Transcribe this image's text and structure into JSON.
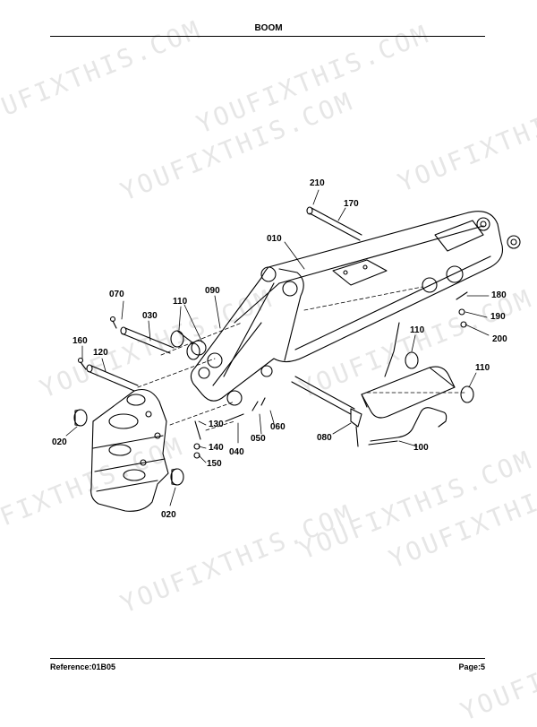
{
  "header": {
    "title": "BOOM"
  },
  "footer": {
    "reference": "Reference:01B05",
    "page": "Page:5"
  },
  "watermarks": [
    "YOUFIXTHIS.COM",
    "YOUFIXTHIS",
    "YOUFIXTHIS.COM",
    "YOUFIXTHIS.COM",
    "YOUFIXTHIS.COM",
    "YOUFIXTHIS.COM",
    "YOUFIXTHIS",
    "YOUFIXTHIS.COM",
    "YOUFIXTHIS.COM",
    "YOUFIXTHIS.COM",
    "YOUFIXTHIS"
  ],
  "callouts": [
    "210",
    "170",
    "010",
    "070",
    "030",
    "110",
    "090",
    "160",
    "120",
    "110",
    "110",
    "180",
    "190",
    "200",
    "130",
    "140",
    "150",
    "040",
    "050",
    "060",
    "080",
    "100",
    "020",
    "020"
  ]
}
